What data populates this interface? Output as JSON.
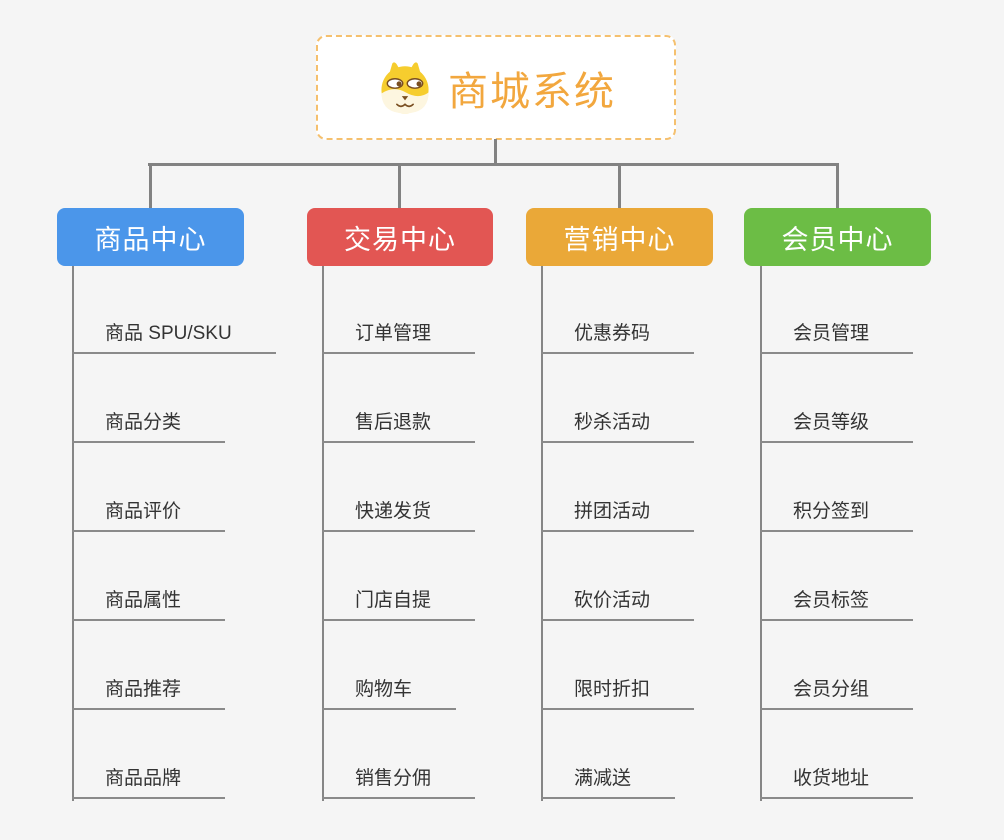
{
  "root": {
    "title": "商城系统",
    "icon": "doge-dog-face"
  },
  "branches": [
    {
      "label": "商品中心",
      "color": "#4b96ea",
      "items": [
        {
          "label": "商品 SPU/SKU"
        },
        {
          "label": "商品分类"
        },
        {
          "label": "商品评价"
        },
        {
          "label": "商品属性"
        },
        {
          "label": "商品推荐"
        },
        {
          "label": "商品品牌"
        }
      ]
    },
    {
      "label": "交易中心",
      "color": "#e25653",
      "items": [
        {
          "label": "订单管理"
        },
        {
          "label": "售后退款"
        },
        {
          "label": "快递发货"
        },
        {
          "label": "门店自提"
        },
        {
          "label": "购物车"
        },
        {
          "label": "销售分佣"
        }
      ]
    },
    {
      "label": "营销中心",
      "color": "#eaa838",
      "items": [
        {
          "label": "优惠券码"
        },
        {
          "label": "秒杀活动"
        },
        {
          "label": "拼团活动"
        },
        {
          "label": "砍价活动"
        },
        {
          "label": "限时折扣"
        },
        {
          "label": "满减送"
        }
      ]
    },
    {
      "label": "会员中心",
      "color": "#6cbd45",
      "items": [
        {
          "label": "会员管理"
        },
        {
          "label": "会员等级"
        },
        {
          "label": "积分签到"
        },
        {
          "label": "会员标签"
        },
        {
          "label": "会员分组"
        },
        {
          "label": "收货地址"
        }
      ]
    }
  ],
  "colors": {
    "background": "#f5f5f5",
    "connector": "#828282",
    "root_accent": "#f2a73e",
    "root_border": "#f5c06e",
    "leaf_text": "#333333"
  }
}
